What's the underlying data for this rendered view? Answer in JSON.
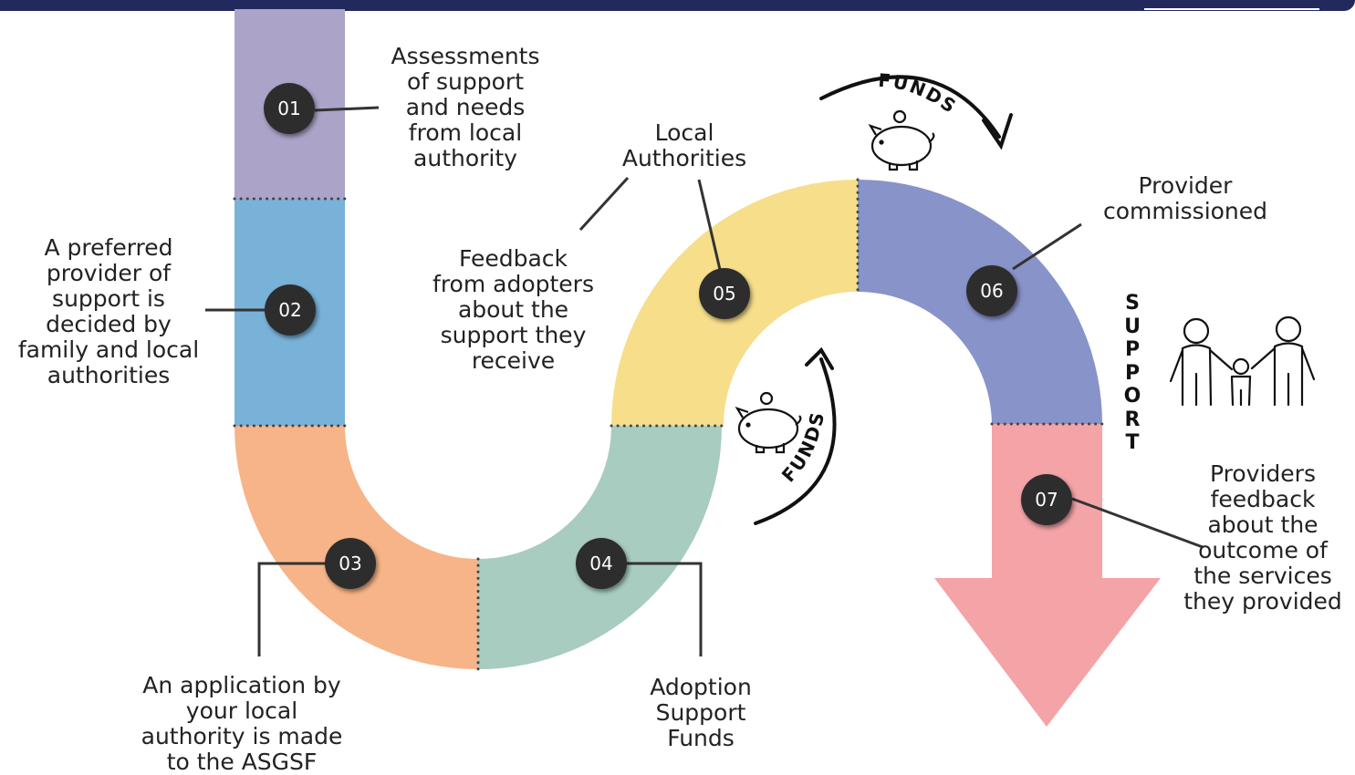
{
  "colors": {
    "header": "#22295c",
    "step_01": "#aba3c8",
    "step_02": "#79b2d9",
    "step_03": "#f7b488",
    "step_04": "#a8ccbf",
    "step_05": "#f6de8b",
    "step_06": "#8893c9",
    "step_07": "#f4a3a6",
    "badge": "#2d2d2d"
  },
  "steps": [
    {
      "number": "01",
      "label": "Assessments\nof support\nand needs\nfrom local\nauthority"
    },
    {
      "number": "02",
      "label": "A preferred\nprovider of\nsupport is\ndecided by\nfamily and local\nauthorities"
    },
    {
      "number": "03",
      "label": "An application by\nyour local\nauthority is made\nto the ASGSF"
    },
    {
      "number": "04",
      "label": "Adoption\nSupport\nFunds"
    },
    {
      "number": "05",
      "label": "Local\nAuthorities"
    },
    {
      "number": "06",
      "label": "Provider\ncommissioned"
    },
    {
      "number": "07",
      "label": "Providers\nfeedback\nabout the\noutcome of\nthe services\nthey provided"
    }
  ],
  "feedback_label": "Feedback\nfrom adopters\nabout the\nsupport they\nreceive",
  "funds_label_top": "FUNDS",
  "funds_label_middle": "FUNDS",
  "support_label": "SUPPORT",
  "icons": [
    "piggy-bank-icon",
    "piggy-bank-icon",
    "family-icon",
    "curved-arrow-icon"
  ]
}
